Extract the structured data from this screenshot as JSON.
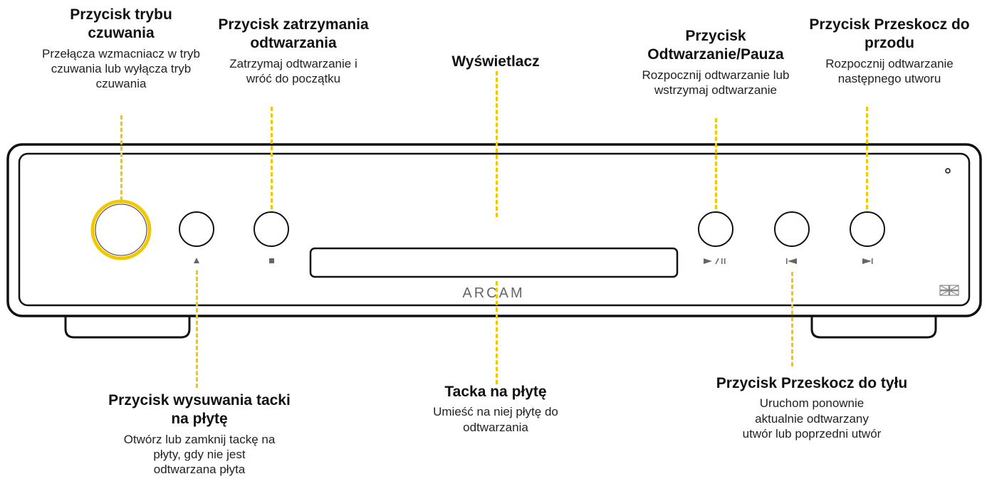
{
  "brand": "ARCAM",
  "callouts": {
    "standby": {
      "title": "Przycisk trybu czuwania",
      "description": "Przełącza wzmacniacz w tryb czuwania lub wyłącza tryb czuwania"
    },
    "stop": {
      "title": "Przycisk zatrzymania odtwarzania",
      "description": "Zatrzymaj odtwarzanie i wróć do początku"
    },
    "display": {
      "title": "Wyświetlacz",
      "description": ""
    },
    "play_pause": {
      "title": "Przycisk Odtwarzanie/Pauza",
      "description": "Rozpocznij odtwarzanie lub wstrzymaj odtwarzanie"
    },
    "skip_forward": {
      "title": "Przycisk Przeskocz do przodu",
      "description": "Rozpocznij odtwarzanie następnego utworu"
    },
    "eject": {
      "title": "Przycisk wysuwania tacki na płytę",
      "description": "Otwórz lub zamknij tackę na płyty, gdy nie jest odtwarzana płyta"
    },
    "tray": {
      "title": "Tacka na płytę",
      "description": "Umieść na niej płytę do odtwarzania"
    },
    "skip_back": {
      "title": "Przycisk Przeskocz do tyłu",
      "description": "Uruchom ponownie aktualnie odtwarzany utwór lub poprzedni utwór"
    }
  },
  "colors": {
    "leader": "#f2c900",
    "standby_ring": "#f2c900",
    "outline": "#111111"
  },
  "icons": [
    "eject-icon",
    "stop-icon",
    "play-pause-icon",
    "skip-back-icon",
    "skip-forward-icon",
    "flag-icon"
  ]
}
